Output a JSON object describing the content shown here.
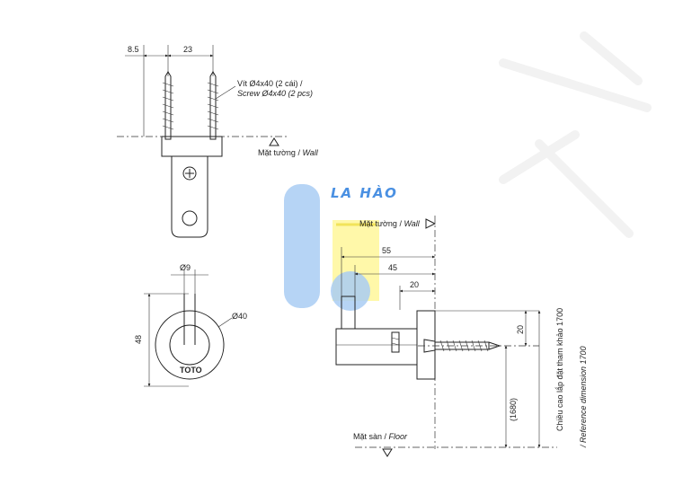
{
  "watermark": {
    "brand_text": "LA HÀO",
    "colors": {
      "blue": "#4a90e2",
      "yellow": "#fff7a0",
      "light_blue": "#a9cdf3"
    }
  },
  "top_view": {
    "dim_left": "8.5",
    "dim_width": "23",
    "screw_label_vi": "Vít Ø4x40 (2 cái) /",
    "screw_label_en": "Screw Ø4x40 (2 pcs)",
    "wall_label_vi": "Mặt tường / ",
    "wall_label_en": "Wall"
  },
  "front_view": {
    "dim_diameter_small": "Ø9",
    "dim_diameter_large": "Ø40",
    "dim_height": "48",
    "brand_mark": "TOTO"
  },
  "side_view": {
    "wall_label_vi": "Mặt tường / ",
    "wall_label_en": "Wall",
    "dim_55": "55",
    "dim_45": "45",
    "dim_20_horizontal": "20",
    "dim_20_vertical": "20",
    "dim_1680": "(1680)",
    "reference_label_vi": "Chiều cao lắp đặt tham khảo 1700",
    "reference_label_en": "/ Reference dimension 1700",
    "floor_label_vi": "Mặt sàn / ",
    "floor_label_en": "Floor"
  }
}
